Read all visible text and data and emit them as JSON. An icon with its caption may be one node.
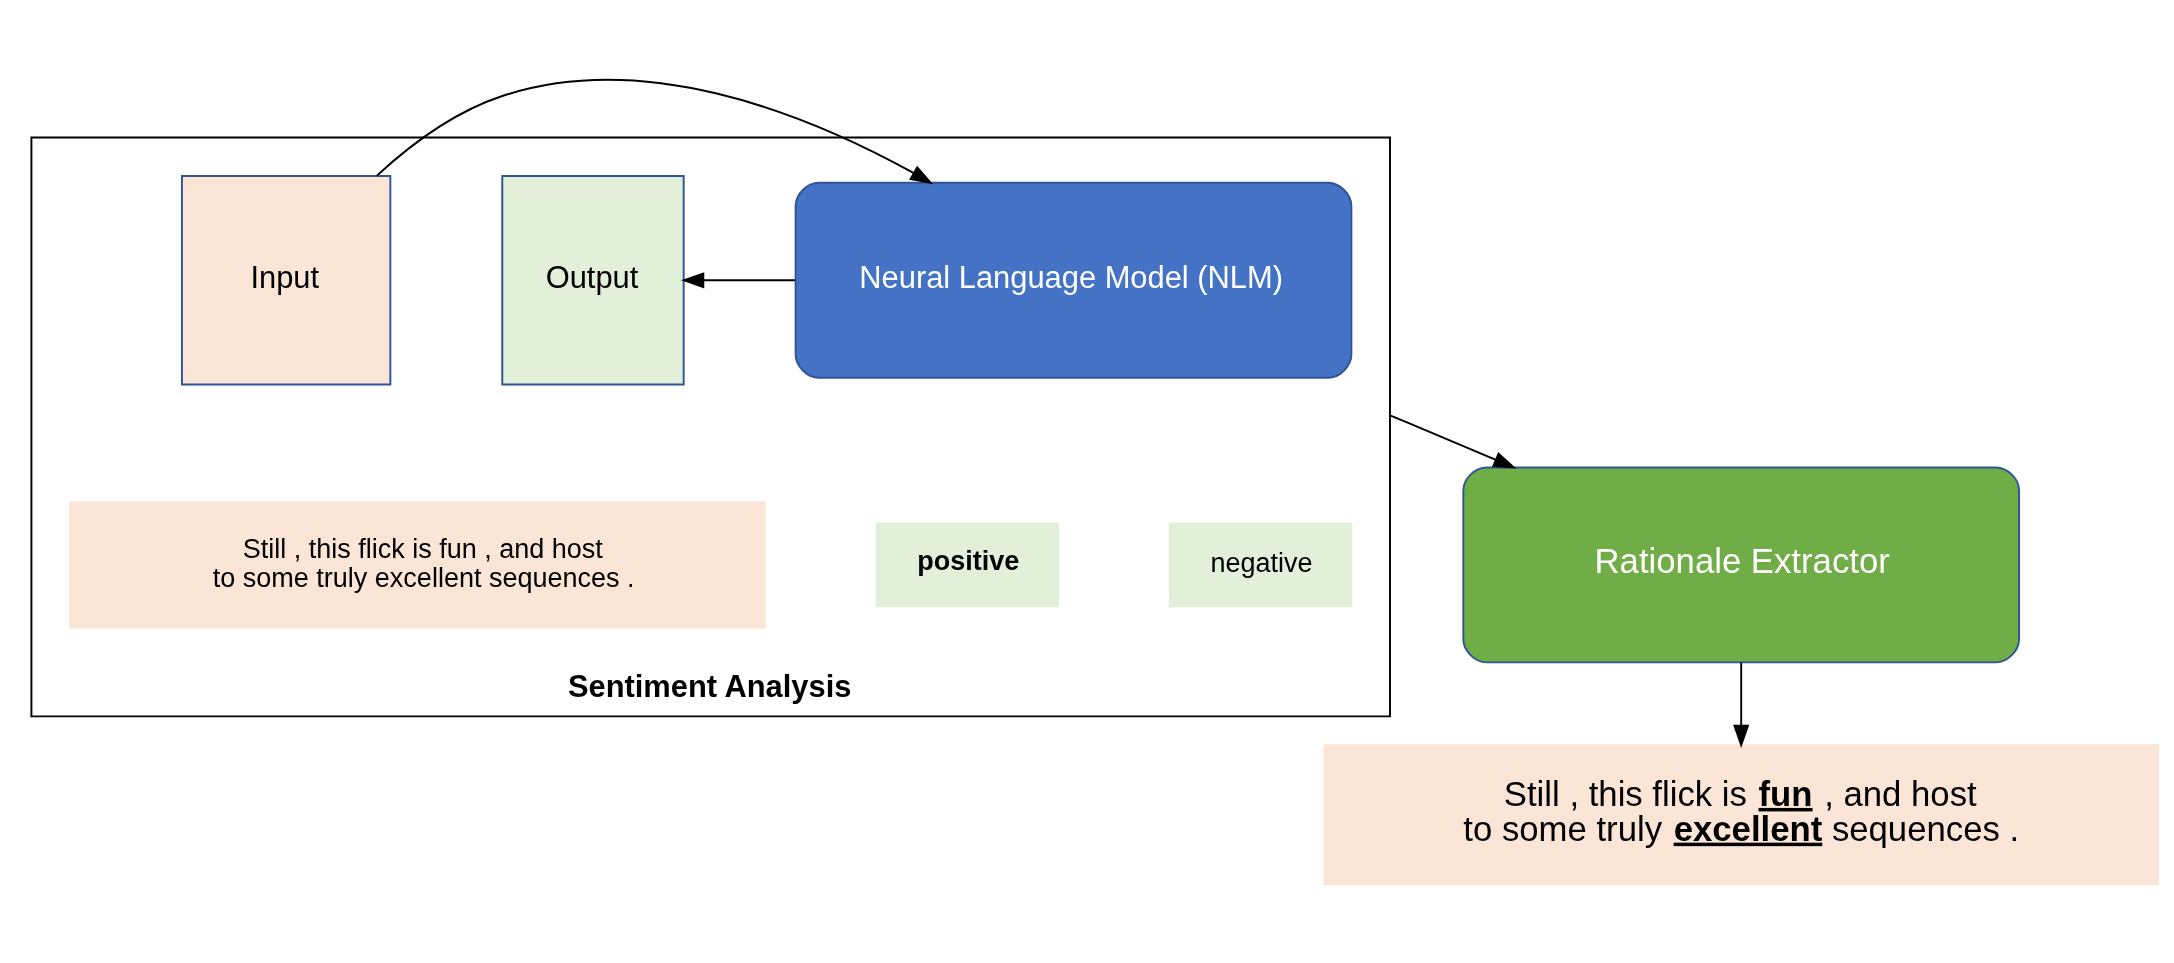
{
  "diagram": {
    "nodes": [
      {
        "text": [
          "Sentiment Analysis"
        ]
      },
      {
        "text": [
          "Input"
        ],
        "in": 0
      },
      {
        "text": [
          "Neural Language Model (NLM)"
        ],
        "in": 0
      },
      {
        "text": [
          "Output"
        ],
        "in": 0
      },
      {
        "text": [
          "Still , this flick is fun , and host to some truly excellent sequences ."
        ],
        "in": 0
      },
      {
        "text": [
          "positive"
        ],
        "in": 0
      },
      {
        "text": [
          "negative"
        ],
        "in": 0
      },
      {
        "text": [
          "Rationale Extractor"
        ]
      },
      {
        "text": [
          "Still , this flick is **fun** , and host to some truly **excellent** sequences ."
        ]
      }
    ],
    "edges": [
      {
        "from": 1,
        "to": 2,
        "arrow": "to"
      },
      {
        "from": 2,
        "to": 3,
        "arrow": "to"
      },
      {
        "from": 0,
        "to": 7,
        "arrow": "to"
      },
      {
        "from": 7,
        "to": 8,
        "arrow": "to"
      }
    ]
  }
}
